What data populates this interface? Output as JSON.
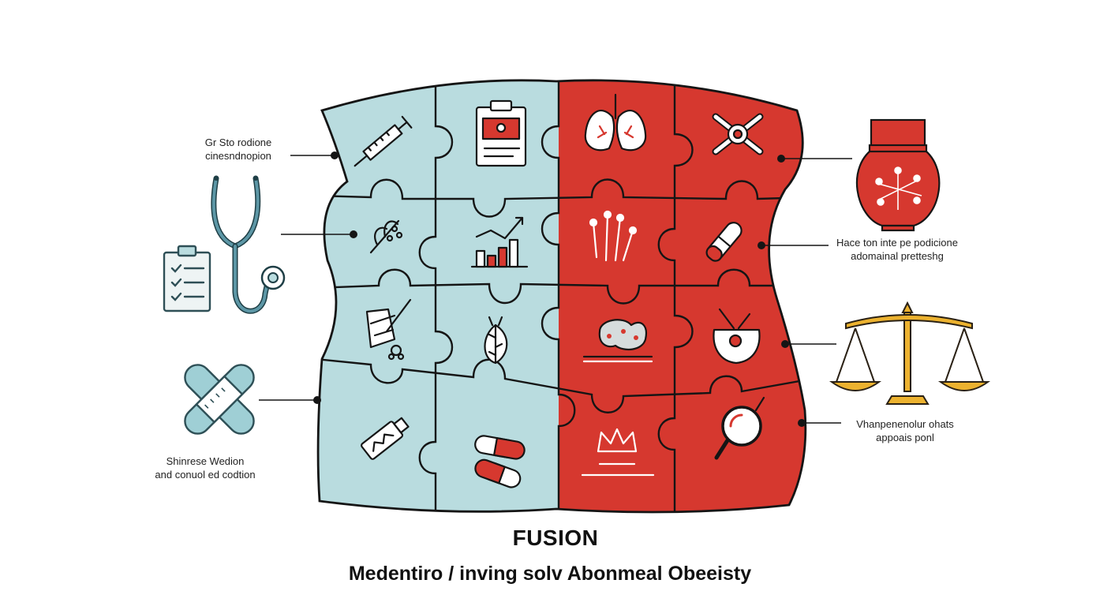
{
  "title": "FUSION",
  "subtitle": "Medentiro / inving solv  Abonmeal Obeeisty",
  "colors": {
    "left_half": "#b9dcdf",
    "right_half": "#d6382f",
    "outline": "#151515",
    "stethoscope": "#5d97a6",
    "scale_gold": "#ecb22f",
    "bandage": "#9fcfd5",
    "vase_red": "#d6382f"
  },
  "callouts": {
    "top_left": {
      "line1": "Gr Sto rodione",
      "line2": "cinesndnopion"
    },
    "bottom_left": {
      "line1": "Shinrese Wedion",
      "line2": "and conuol ed codtion"
    },
    "right_upper": {
      "line1": "Hace ton inte pe podicione",
      "line2": "adomainal pretteshg"
    },
    "right_lower": {
      "line1": "Vhanpenenolur ohats",
      "line2": "appoais ponl"
    }
  },
  "tile_icons": [
    "syringe-icon",
    "clipboard-chart-icon",
    "lungs-icon",
    "bone-joint-icon",
    "herb-branch-icon",
    "bar-chart-icon",
    "pins-icon",
    "bandage-capsule-icon",
    "salad-bowl-icon",
    "leaf-icon",
    "stomach-icon",
    "mortar-icon",
    "medicine-bottle-icon",
    "pills-icon",
    "crown-icon",
    "magnifier-icon"
  ],
  "side_icons": [
    "stethoscope-icon",
    "checklist-icon",
    "crossed-bandages-icon",
    "herbal-vase-icon",
    "balance-scale-icon"
  ]
}
